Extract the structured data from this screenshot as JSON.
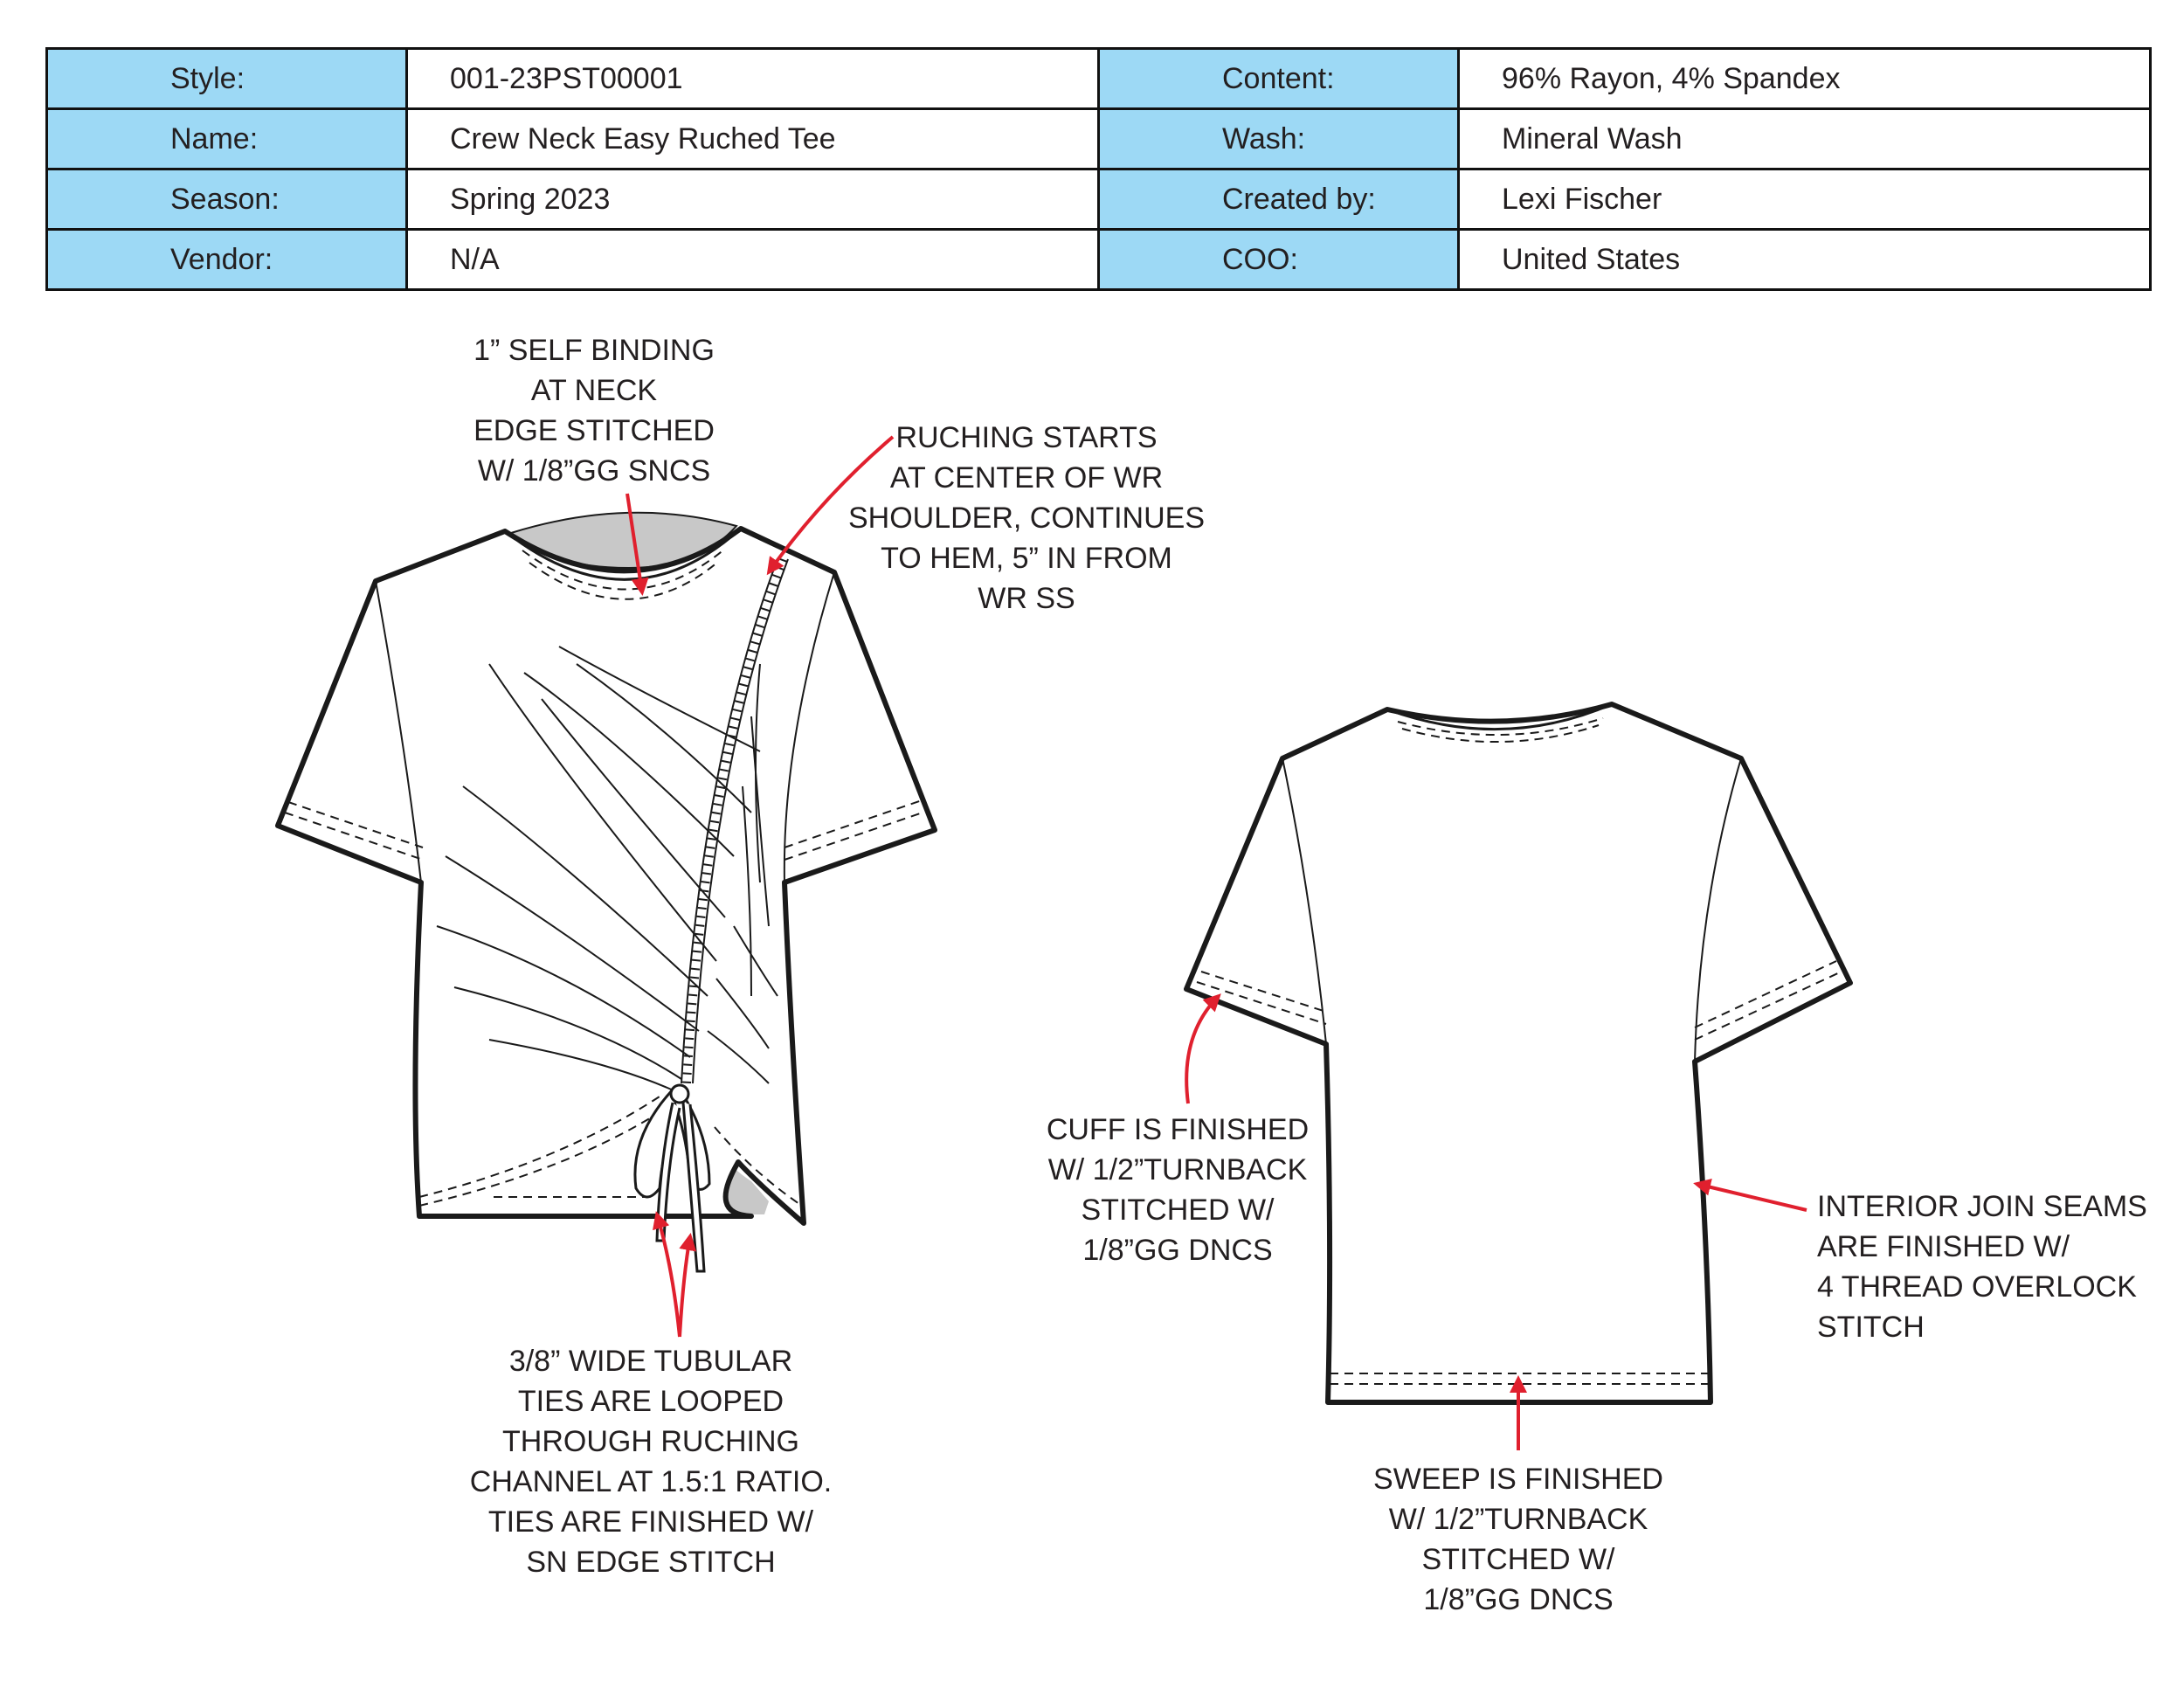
{
  "spec": {
    "rows": [
      {
        "label_left": "Style:",
        "value_left": "001-23PST00001",
        "label_right": "Content:",
        "value_right": "96% Rayon, 4% Spandex"
      },
      {
        "label_left": "Name:",
        "value_left": "Crew Neck Easy Ruched Tee",
        "label_right": "Wash:",
        "value_right": "Mineral Wash"
      },
      {
        "label_left": "Season:",
        "value_left": "Spring 2023",
        "label_right": "Created by:",
        "value_right": "Lexi Fischer"
      },
      {
        "label_left": "Vendor:",
        "value_left": "N/A",
        "label_right": "COO:",
        "value_right": "United States"
      }
    ]
  },
  "annotations": {
    "neck_binding": "1” SELF BINDING\nAT NECK\nEDGE STITCHED\nW/ 1/8”GG SNCS",
    "ruching": "RUCHING STARTS\nAT CENTER OF WR\nSHOULDER, CONTINUES\nTO HEM, 5” IN FROM\nWR SS",
    "ties": "3/8” WIDE TUBULAR\nTIES ARE LOOPED\nTHROUGH RUCHING\nCHANNEL AT 1.5:1 RATIO.\nTIES ARE FINISHED W/\nSN EDGE STITCH",
    "cuff": "CUFF IS FINISHED\nW/ 1/2”TURNBACK\nSTITCHED W/\n1/8”GG DNCS",
    "interior_seams": "INTERIOR JOIN SEAMS\nARE FINISHED W/\n4 THREAD OVERLOCK\nSTITCH",
    "sweep": "SWEEP IS FINISHED\nW/ 1/2”TURNBACK\nSTITCHED W/\n1/8”GG DNCS"
  },
  "colors": {
    "label_fill": "#9dd9f5",
    "arrow": "#e0202e",
    "outline": "#1a1a1a",
    "interior_gray": "#c8c8c8"
  }
}
